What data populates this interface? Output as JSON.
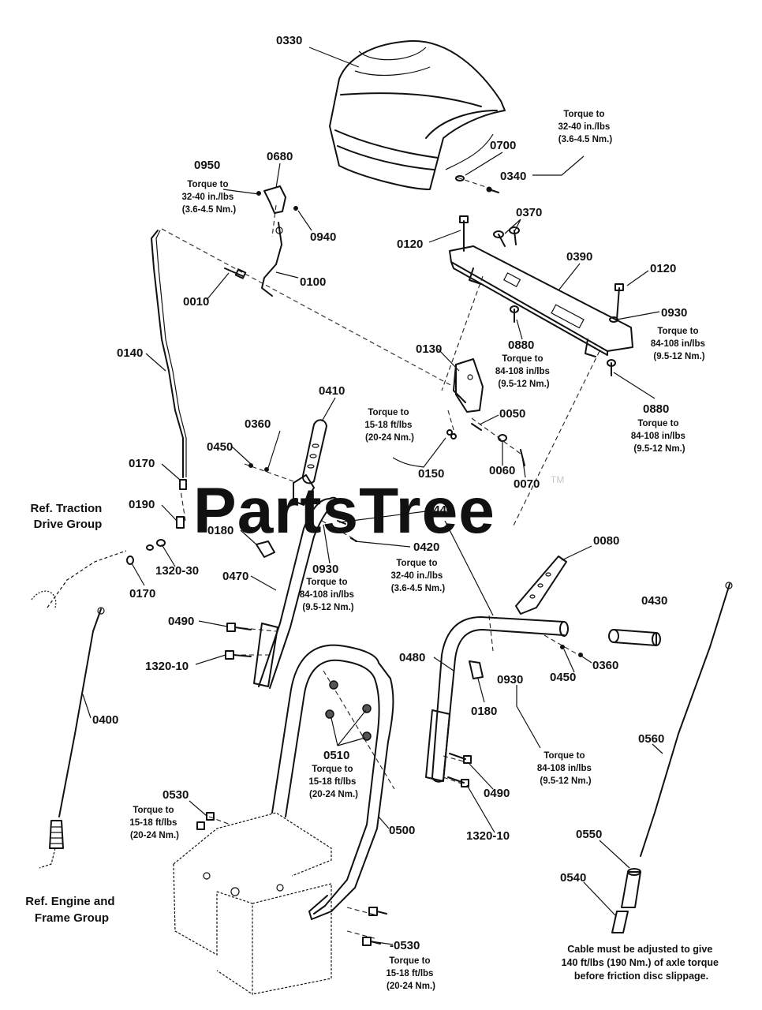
{
  "watermark": {
    "text": "PartsTree",
    "tm": "TM"
  },
  "refs": {
    "traction": [
      "Ref. Traction",
      "Drive Group"
    ],
    "engine": [
      "Ref. Engine and",
      "Frame Group"
    ]
  },
  "note_cable": [
    "Cable must be adjusted to give",
    "140 ft/lbs (190 Nm.) of axle torque",
    "before friction disc slippage."
  ],
  "torque": {
    "t_0340": [
      "Torque to",
      "32-40 in./lbs",
      "(3.6-4.5 Nm.)"
    ],
    "t_0950": [
      "Torque to",
      "32-40 in./lbs",
      "(3.6-4.5 Nm.)"
    ],
    "t_0930_top": [
      "Torque to",
      "84-108 in/lbs",
      "(9.5-12 Nm.)"
    ],
    "t_0880_a": [
      "Torque to",
      "84-108 in/lbs",
      "(9.5-12 Nm.)"
    ],
    "t_0880_b": [
      "Torque to",
      "84-108 in/lbs",
      "(9.5-12 Nm.)"
    ],
    "t_0150": [
      "Torque to",
      "15-18 ft/lbs",
      "(20-24 Nm.)"
    ],
    "t_0420": [
      "Torque to",
      "32-40 in./lbs",
      "(3.6-4.5 Nm.)"
    ],
    "t_0930_mid": [
      "Torque to",
      "84-108 in/lbs",
      "(9.5-12 Nm.)"
    ],
    "t_0510": [
      "Torque to",
      "15-18 ft/lbs",
      "(20-24 Nm.)"
    ],
    "t_0530_a": [
      "Torque to",
      "15-18 ft/lbs",
      "(20-24 Nm.)"
    ],
    "t_0930_low": [
      "Torque to",
      "84-108 in/lbs",
      "(9.5-12 Nm.)"
    ],
    "t_0530_b": [
      "Torque to",
      "15-18 ft/lbs",
      "(20-24 Nm.)"
    ]
  },
  "parts": {
    "p0330": "0330",
    "p0700": "0700",
    "p0340": "0340",
    "p0950": "0950",
    "p0680": "0680",
    "p0940": "0940",
    "p0120a": "0120",
    "p0370": "0370",
    "p0390": "0390",
    "p0120b": "0120",
    "p0010": "0010",
    "p0100": "0100",
    "p0930a": "0930",
    "p0880a": "0880",
    "p0140": "0140",
    "p0130": "0130",
    "p0880b": "0880",
    "p0410": "0410",
    "p0050": "0050",
    "p0360a": "0360",
    "p0450a": "0450",
    "p0150": "0150",
    "p0060": "0060",
    "p0070": "0070",
    "p0170a": "0170",
    "p0190": "0190",
    "p0440": "0440",
    "p0180a": "0180",
    "p0420": "0420",
    "p1320_30": "1320-30",
    "p0930b": "0930",
    "p0080": "0080",
    "p0470": "0470",
    "p0170b": "0170",
    "p0430": "0430",
    "p0490a": "0490",
    "p0480": "0480",
    "p0360b": "0360",
    "p0450b": "0450",
    "p1320_10a": "1320-10",
    "p0930c": "0930",
    "p0180b": "0180",
    "p0400": "0400",
    "p0510": "0510",
    "p0560": "0560",
    "p0490b": "0490",
    "p0530a": "0530",
    "p0500": "0500",
    "p1320_10b": "1320-10",
    "p0550": "0550",
    "p0540": "0540",
    "p0530b": "-0530"
  }
}
